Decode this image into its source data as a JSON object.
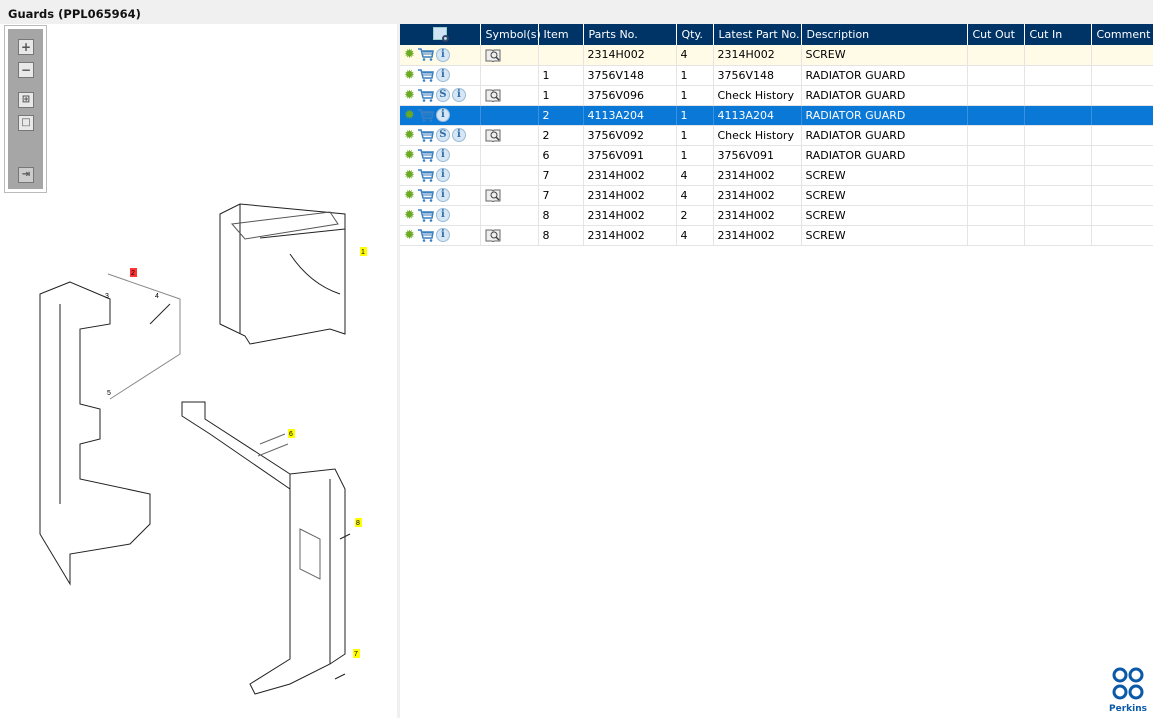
{
  "window": {
    "title": "Guards (PPL065964)"
  },
  "toolbar": {
    "items": [
      "zoom-in",
      "zoom-out",
      "fit-all",
      "fit-window",
      "export"
    ]
  },
  "diagram": {
    "callouts": [
      {
        "label": "1",
        "highlight": "#ffff00"
      },
      {
        "label": "2",
        "highlight": "#ff3333"
      },
      {
        "label": "3",
        "highlight": ""
      },
      {
        "label": "4",
        "highlight": ""
      },
      {
        "label": "5",
        "highlight": ""
      },
      {
        "label": "6",
        "highlight": "#ffff00"
      },
      {
        "label": "7",
        "highlight": "#ffff00"
      },
      {
        "label": "8",
        "highlight": "#ffff00"
      }
    ]
  },
  "table": {
    "columns": [
      "",
      "Symbol(s)",
      "Item",
      "Parts No.",
      "Qty.",
      "Latest Part No.",
      "Description",
      "Cut Out",
      "Cut In",
      "Comment"
    ],
    "rows": [
      {
        "s": false,
        "sym": true,
        "item": "",
        "part": "2314H002",
        "qty": "4",
        "latest": "2314H002",
        "desc": "SCREW",
        "cutout": "",
        "cutin": "",
        "comment": ""
      },
      {
        "s": false,
        "sym": false,
        "item": "1",
        "part": "3756V148",
        "qty": "1",
        "latest": "3756V148",
        "desc": "RADIATOR GUARD",
        "cutout": "",
        "cutin": "",
        "comment": ""
      },
      {
        "s": true,
        "sym": true,
        "item": "1",
        "part": "3756V096",
        "qty": "1",
        "latest": "Check History",
        "desc": "RADIATOR GUARD",
        "cutout": "",
        "cutin": "",
        "comment": ""
      },
      {
        "s": false,
        "sym": false,
        "item": "2",
        "part": "4113A204",
        "qty": "1",
        "latest": "4113A204",
        "desc": "RADIATOR GUARD",
        "cutout": "",
        "cutin": "",
        "comment": "",
        "selected": true
      },
      {
        "s": true,
        "sym": true,
        "item": "2",
        "part": "3756V092",
        "qty": "1",
        "latest": "Check History",
        "desc": "RADIATOR GUARD",
        "cutout": "",
        "cutin": "",
        "comment": ""
      },
      {
        "s": false,
        "sym": false,
        "item": "6",
        "part": "3756V091",
        "qty": "1",
        "latest": "3756V091",
        "desc": "RADIATOR GUARD",
        "cutout": "",
        "cutin": "",
        "comment": ""
      },
      {
        "s": false,
        "sym": false,
        "item": "7",
        "part": "2314H002",
        "qty": "4",
        "latest": "2314H002",
        "desc": "SCREW",
        "cutout": "",
        "cutin": "",
        "comment": ""
      },
      {
        "s": false,
        "sym": true,
        "item": "7",
        "part": "2314H002",
        "qty": "4",
        "latest": "2314H002",
        "desc": "SCREW",
        "cutout": "",
        "cutin": "",
        "comment": ""
      },
      {
        "s": false,
        "sym": false,
        "item": "8",
        "part": "2314H002",
        "qty": "2",
        "latest": "2314H002",
        "desc": "SCREW",
        "cutout": "",
        "cutin": "",
        "comment": ""
      },
      {
        "s": false,
        "sym": true,
        "item": "8",
        "part": "2314H002",
        "qty": "4",
        "latest": "2314H002",
        "desc": "SCREW",
        "cutout": "",
        "cutin": "",
        "comment": ""
      }
    ]
  },
  "brand": {
    "name": "Perkins",
    "color": "#0a5aa8"
  }
}
